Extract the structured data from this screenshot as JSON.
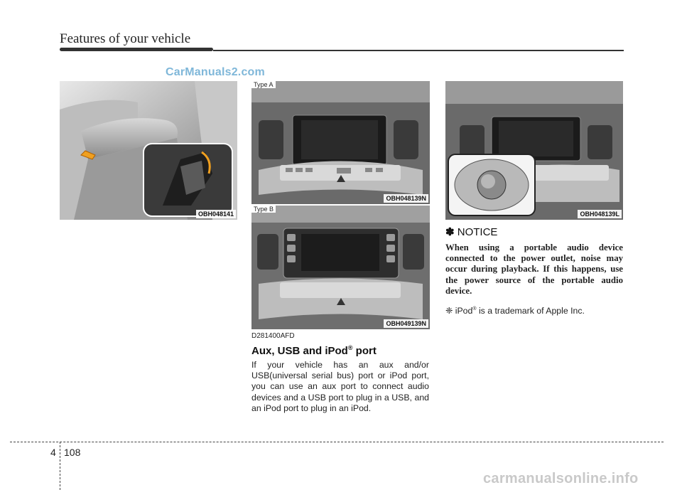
{
  "header": {
    "title": "Features of your vehicle",
    "watermark": "CarManuals2.com"
  },
  "figures": {
    "armrest": {
      "code": "OBH048141"
    },
    "type_a": {
      "type_label": "Type A",
      "code": "OBH048139N"
    },
    "type_b": {
      "type_label": "Type B",
      "code": "OBH049139N"
    },
    "controller": {
      "code": "OBH048139L"
    }
  },
  "section": {
    "code": "D281400AFD",
    "heading": "Aux, USB and iPod",
    "heading_sup": "®",
    "heading_suffix": " port",
    "body": "If your vehicle has an aux and/or USB(universal serial bus) port or iPod port, you can use an aux port to connect audio devices and a USB port to plug in a USB, and an iPod port to plug in an iPod."
  },
  "notice": {
    "symbol": "✽",
    "title": "NOTICE",
    "body": "When using a portable audio device connected to the power outlet, noise may occur during playback. If this happens, use the power source of the portable audio device.",
    "trademark_symbol": "❈",
    "trademark_pre": "iPod",
    "trademark_sup": "®",
    "trademark_post": " is a trademark of Apple Inc."
  },
  "footer": {
    "chapter": "4",
    "page": "108",
    "watermark": "carmanualsonline.info"
  }
}
